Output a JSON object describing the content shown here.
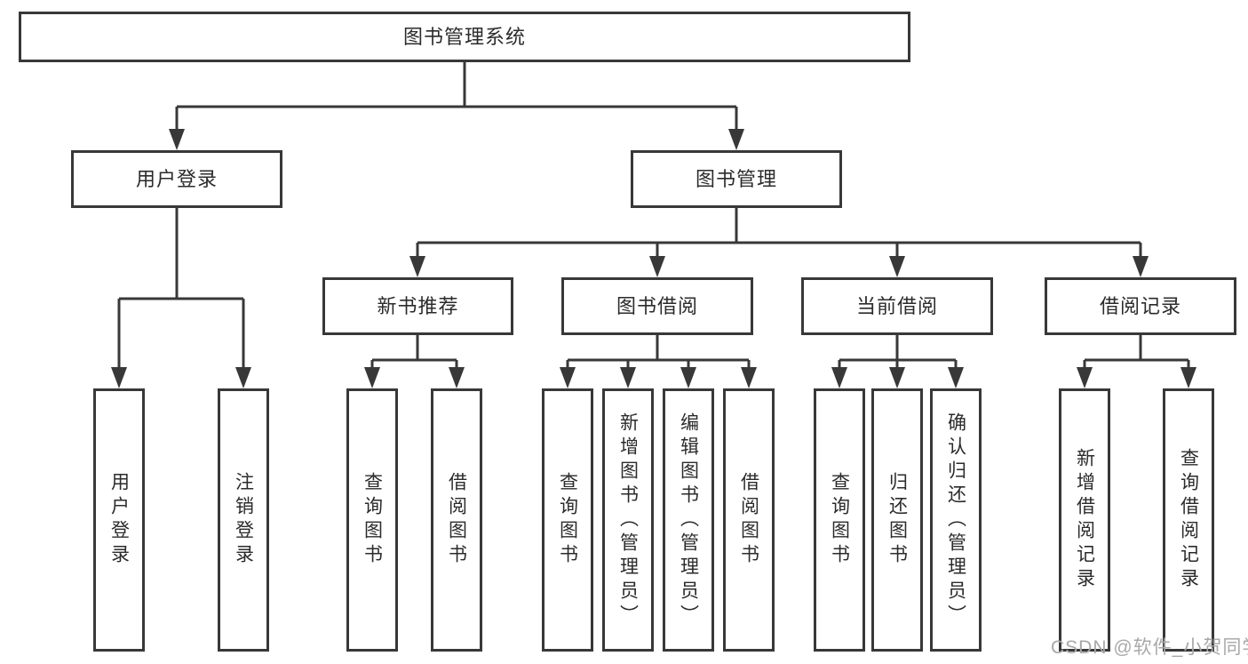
{
  "diagram": {
    "root": {
      "label": "图书管理系统"
    },
    "level2": [
      {
        "label": "用户登录"
      },
      {
        "label": "图书管理"
      }
    ],
    "level3": [
      {
        "label": "新书推荐",
        "parent": "图书管理"
      },
      {
        "label": "图书借阅",
        "parent": "图书管理"
      },
      {
        "label": "当前借阅",
        "parent": "图书管理"
      },
      {
        "label": "借阅记录",
        "parent": "图书管理"
      }
    ],
    "leaves": [
      {
        "label": "用户登录",
        "parent": "用户登录"
      },
      {
        "label": "注销登录",
        "parent": "用户登录"
      },
      {
        "label": "查询图书",
        "parent": "新书推荐"
      },
      {
        "label": "借阅图书",
        "parent": "新书推荐"
      },
      {
        "label": "查询图书",
        "parent": "图书借阅"
      },
      {
        "label": "新增图书（管理员）",
        "parent": "图书借阅"
      },
      {
        "label": "编辑图书（管理员）",
        "parent": "图书借阅"
      },
      {
        "label": "借阅图书",
        "parent": "图书借阅"
      },
      {
        "label": "查询图书",
        "parent": "当前借阅"
      },
      {
        "label": "归还图书",
        "parent": "当前借阅"
      },
      {
        "label": "确认归还（管理员）",
        "parent": "当前借阅"
      },
      {
        "label": "新增借阅记录",
        "parent": "借阅记录"
      },
      {
        "label": "查询借阅记录",
        "parent": "借阅记录"
      }
    ]
  },
  "watermark": {
    "text": "CSDN @软件_小贺同学"
  },
  "colors": {
    "line": "#383838",
    "box_border": "#383838",
    "text": "#2b2b2b",
    "watermark": "#a8a8a8",
    "background": "#ffffff"
  }
}
